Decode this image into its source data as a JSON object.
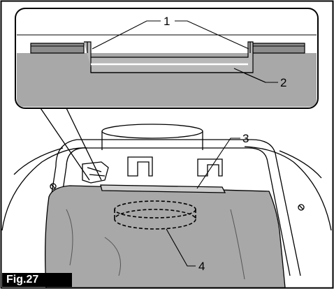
{
  "figure": {
    "label": "Fig.27"
  },
  "callouts": [
    {
      "id": "1",
      "text": "1"
    },
    {
      "id": "2",
      "text": "2"
    },
    {
      "id": "3",
      "text": "3"
    },
    {
      "id": "4",
      "text": "4"
    }
  ]
}
